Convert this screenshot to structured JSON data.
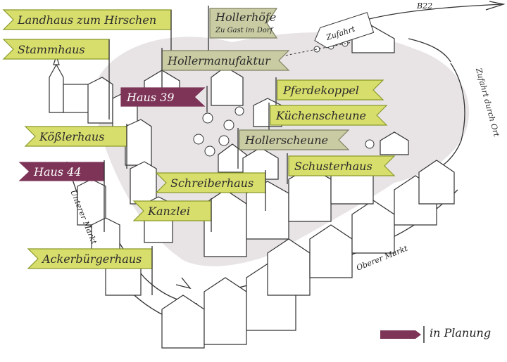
{
  "colors": {
    "existing_fill": "#d8de6c",
    "existing_stroke": "#8a9a2a",
    "neutral_fill": "#c9cca3",
    "neutral_stroke": "#7d8060",
    "planned_fill": "#7d3457",
    "site_fill": "#e8e4e6",
    "ink": "#333333"
  },
  "labels": {
    "landhaus": "Landhaus zum Hirschen",
    "stammhaus": "Stammhaus",
    "hollerhoefe": "Hollerhöfe",
    "hollerhoefe_sub": "Zu Gast im Dorf",
    "hollermanufaktur": "Hollermanufaktur",
    "haus39": "Haus 39",
    "pferdekoppel": "Pferdekoppel",
    "kuechenscheune": "Küchenscheune",
    "koesslerhaus": "Kößlerhaus",
    "hollerscheune": "Hollerscheune",
    "haus44": "Haus 44",
    "schusterhaus": "Schusterhaus",
    "schreiberhaus": "Schreiberhaus",
    "kanzlei": "Kanzlei",
    "ackerbuergerhaus": "Ackerbürgerhaus"
  },
  "roads": {
    "b22": "B22",
    "zufahrt": "Zufahrt",
    "zufahrt_ort": "Zufahrt durch Ort",
    "unterer_markt": "Unterer Markt",
    "oberer_markt": "Oberer Markt"
  },
  "legend": {
    "planned_label": "in Planung"
  }
}
